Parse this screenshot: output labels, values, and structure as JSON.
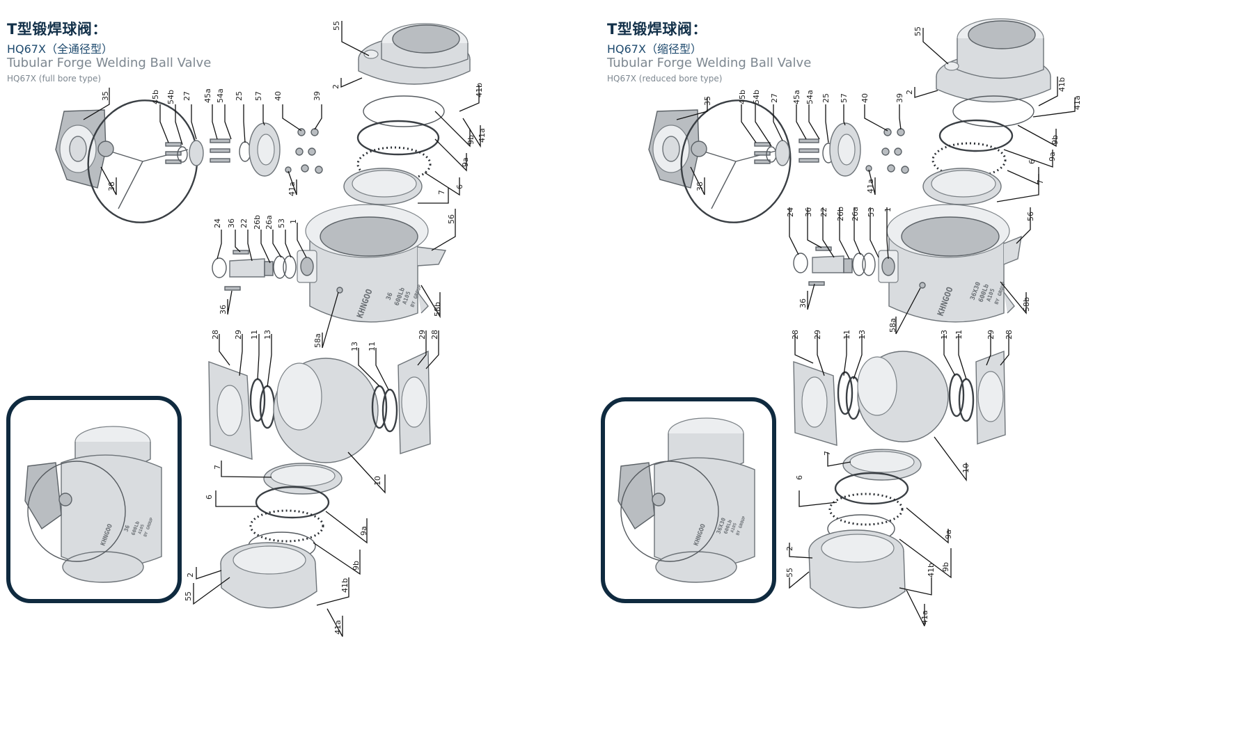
{
  "panels": [
    {
      "title_cn": "T型锻焊球阀：",
      "model": "HQ67X（全通径型）",
      "title_en": "Tubular Forge Welding Ball Valve",
      "subtitle": "HQ67X (full bore type)",
      "body_marking": [
        "36",
        "600Lb",
        "A105",
        "BY GROUP"
      ],
      "brand_marking": "KHNGOO",
      "inset_marking": [
        "36",
        "600Lb",
        "A105",
        "BY GROUP"
      ],
      "labels": [
        "55",
        "2",
        "41b",
        "41a",
        "9b",
        "9a",
        "6",
        "7",
        "35",
        "45b",
        "54b",
        "27",
        "45a",
        "54a",
        "25",
        "57",
        "40",
        "39",
        "41a",
        "38",
        "24",
        "36",
        "22",
        "26b",
        "26a",
        "53",
        "1",
        "56",
        "36",
        "58a",
        "58b",
        "28",
        "29",
        "11",
        "13",
        "13",
        "11",
        "29",
        "28",
        "7",
        "10",
        "6",
        "9a",
        "2",
        "55",
        "9b",
        "41b",
        "41a"
      ]
    },
    {
      "title_cn": "T型锻焊球阀：",
      "model": "HQ67X（缩径型）",
      "title_en": "Tubular Forge Welding Ball Valve",
      "subtitle": "HQ67X (reduced bore type)",
      "body_marking": [
        "36X30",
        "600Lb",
        "A105",
        "BY GROUP"
      ],
      "brand_marking": "KHNGOO",
      "inset_marking": [
        "36X30",
        "600Lb",
        "A105",
        "BY GROUP"
      ],
      "labels": [
        "55",
        "2",
        "41b",
        "41a",
        "9b",
        "9a",
        "6",
        "7",
        "35",
        "45b",
        "54b",
        "27",
        "45a",
        "54a",
        "25",
        "57",
        "40",
        "39",
        "41a",
        "38",
        "24",
        "36",
        "22",
        "26b",
        "26a",
        "53",
        "1",
        "56",
        "36",
        "58a",
        "58b",
        "28",
        "29",
        "11",
        "13",
        "13",
        "11",
        "29",
        "28",
        "7",
        "10",
        "6",
        "9a",
        "2",
        "55",
        "9b",
        "41b",
        "41a"
      ]
    }
  ],
  "colors": {
    "heading": "#123049",
    "frame": "#0f2a3f",
    "metal": "#d9dcdf"
  }
}
